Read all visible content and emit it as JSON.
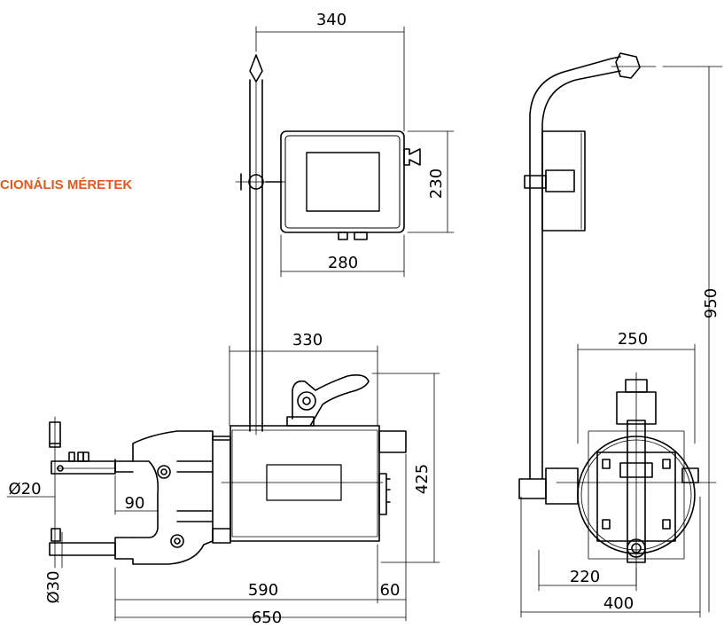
{
  "heading": "CIONÁLIS MÉRETEK",
  "accent_color": "#e05a1e",
  "line_color": "#000000",
  "dimensions": {
    "d340": "340",
    "d230": "230",
    "d280": "280",
    "d330": "330",
    "d425": "425",
    "d590": "590",
    "d60": "60",
    "d650": "650",
    "d90": "90",
    "d20": "Ø20",
    "d30": "Ø30",
    "d250": "250",
    "d950": "950",
    "d220": "220",
    "d400": "400"
  }
}
